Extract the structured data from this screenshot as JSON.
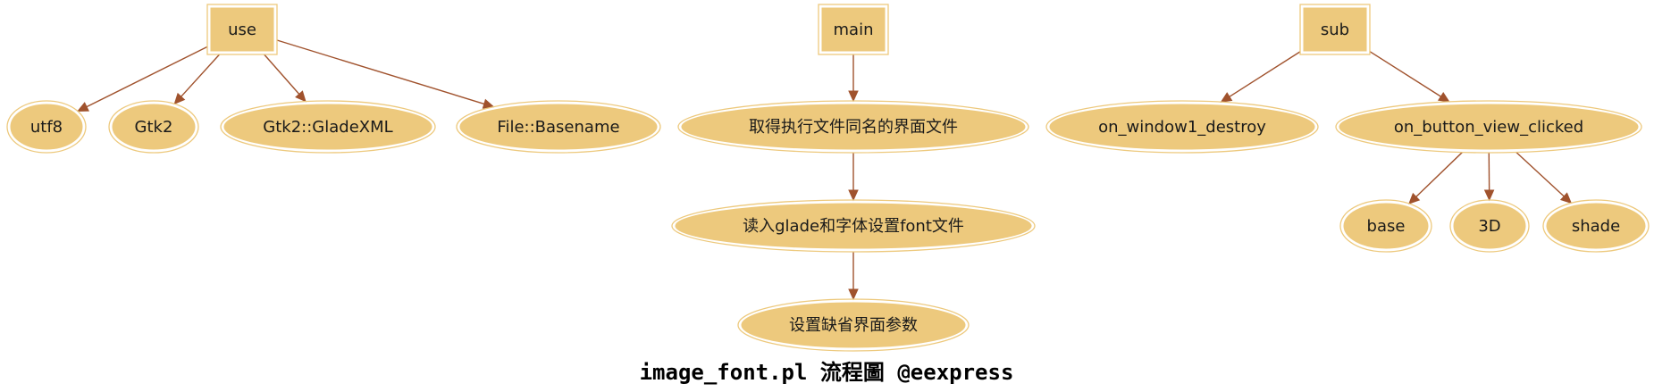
{
  "diagram": {
    "title": "image_font.pl 流程圖 @eexpress",
    "colors": {
      "node": "#edc97d",
      "edge": "#a0522d"
    },
    "nodes": [
      {
        "id": "use",
        "label": "use",
        "shape": "box"
      },
      {
        "id": "utf8",
        "label": "utf8",
        "shape": "ellipse"
      },
      {
        "id": "gtk2",
        "label": "Gtk2",
        "shape": "ellipse"
      },
      {
        "id": "gladexml",
        "label": "Gtk2::GladeXML",
        "shape": "ellipse"
      },
      {
        "id": "basename",
        "label": "File::Basename",
        "shape": "ellipse"
      },
      {
        "id": "main",
        "label": "main",
        "shape": "box"
      },
      {
        "id": "step1",
        "label": "取得执行文件同名的界面文件",
        "shape": "ellipse"
      },
      {
        "id": "step2",
        "label": "读入glade和字体设置font文件",
        "shape": "ellipse"
      },
      {
        "id": "step3",
        "label": "设置缺省界面参数",
        "shape": "ellipse"
      },
      {
        "id": "sub",
        "label": "sub",
        "shape": "box"
      },
      {
        "id": "destroy",
        "label": "on_window1_destroy",
        "shape": "ellipse"
      },
      {
        "id": "clicked",
        "label": "on_button_view_clicked",
        "shape": "ellipse"
      },
      {
        "id": "base",
        "label": "base",
        "shape": "ellipse"
      },
      {
        "id": "3d",
        "label": "3D",
        "shape": "ellipse"
      },
      {
        "id": "shade",
        "label": "shade",
        "shape": "ellipse"
      }
    ],
    "edges": [
      {
        "from": "use",
        "to": "utf8"
      },
      {
        "from": "use",
        "to": "gtk2"
      },
      {
        "from": "use",
        "to": "gladexml"
      },
      {
        "from": "use",
        "to": "basename"
      },
      {
        "from": "main",
        "to": "step1"
      },
      {
        "from": "step1",
        "to": "step2"
      },
      {
        "from": "step2",
        "to": "step3"
      },
      {
        "from": "sub",
        "to": "destroy"
      },
      {
        "from": "sub",
        "to": "clicked"
      },
      {
        "from": "clicked",
        "to": "base"
      },
      {
        "from": "clicked",
        "to": "3d"
      },
      {
        "from": "clicked",
        "to": "shade"
      }
    ]
  }
}
